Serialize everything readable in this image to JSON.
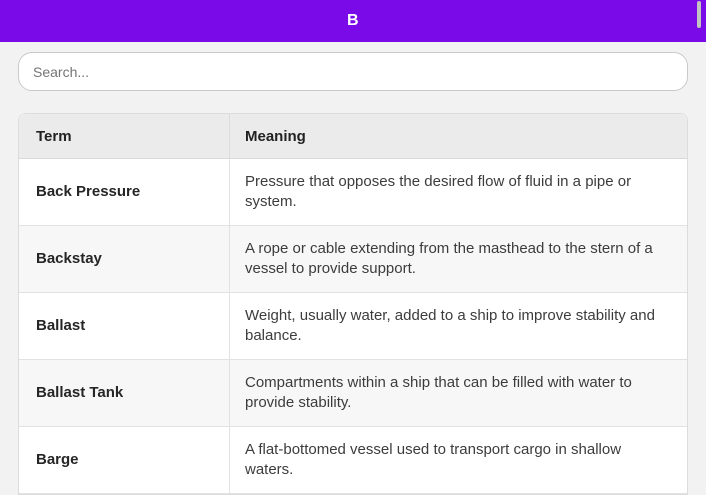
{
  "header": {
    "title": "B"
  },
  "search": {
    "placeholder": "Search..."
  },
  "table": {
    "columns": {
      "term": "Term",
      "meaning": "Meaning"
    },
    "rows": [
      {
        "term": "Back Pressure",
        "meaning": "Pressure that opposes the desired flow of fluid in a pipe or system."
      },
      {
        "term": "Backstay",
        "meaning": "A rope or cable extending from the masthead to the stern of a vessel to provide support."
      },
      {
        "term": "Ballast",
        "meaning": "Weight, usually water, added to a ship to improve stability and balance."
      },
      {
        "term": "Ballast Tank",
        "meaning": "Compartments within a ship that can be filled with water to provide stability."
      },
      {
        "term": "Barge",
        "meaning": "A flat-bottomed vessel used to transport cargo in shallow waters."
      }
    ]
  },
  "scrollbar": {
    "visible": true
  },
  "colors": {
    "accent": "#7a0be8",
    "page_bg": "#f2f2f3",
    "header_row_bg": "#ebebeb",
    "stripe_bg": "#f7f7f7"
  }
}
